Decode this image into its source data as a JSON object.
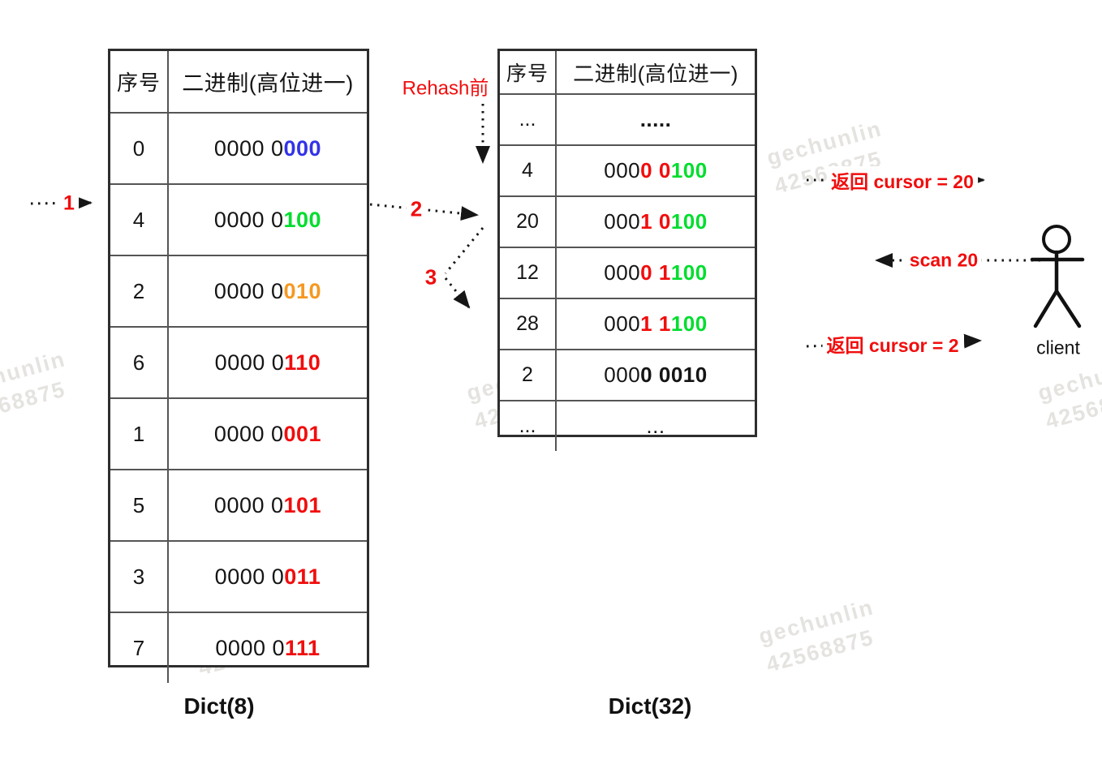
{
  "palette": {
    "k": "#151515",
    "r": "#f10d0d",
    "g": "#00dd2e",
    "bl": "#3333e8",
    "o": "#f59821"
  },
  "tables": {
    "left": {
      "caption": "Dict(8)",
      "headers": [
        "序号",
        "二进制(高位进一)"
      ],
      "rows": [
        {
          "index": "0",
          "segments": [
            {
              "t": "0000 0",
              "c": "k",
              "b": false
            },
            {
              "t": "000",
              "c": "bl",
              "b": true
            }
          ]
        },
        {
          "index": "4",
          "segments": [
            {
              "t": "0000 0",
              "c": "k",
              "b": false
            },
            {
              "t": "100",
              "c": "g",
              "b": true
            }
          ]
        },
        {
          "index": "2",
          "segments": [
            {
              "t": "0000 0",
              "c": "k",
              "b": false
            },
            {
              "t": "010",
              "c": "o",
              "b": true
            }
          ]
        },
        {
          "index": "6",
          "segments": [
            {
              "t": "0000 0",
              "c": "k",
              "b": false
            },
            {
              "t": "110",
              "c": "r",
              "b": true
            }
          ]
        },
        {
          "index": "1",
          "segments": [
            {
              "t": "0000 0",
              "c": "k",
              "b": false
            },
            {
              "t": "001",
              "c": "r",
              "b": true
            }
          ]
        },
        {
          "index": "5",
          "segments": [
            {
              "t": "0000 0",
              "c": "k",
              "b": false
            },
            {
              "t": "101",
              "c": "r",
              "b": true
            }
          ]
        },
        {
          "index": "3",
          "segments": [
            {
              "t": "0000 0",
              "c": "k",
              "b": false
            },
            {
              "t": "011",
              "c": "r",
              "b": true
            }
          ]
        },
        {
          "index": "7",
          "segments": [
            {
              "t": "0000 0",
              "c": "k",
              "b": false
            },
            {
              "t": "111",
              "c": "r",
              "b": true
            }
          ]
        }
      ]
    },
    "right": {
      "caption": "Dict(32)",
      "headers": [
        "序号",
        "二进制(高位进一)"
      ],
      "rows": [
        {
          "index": "...",
          "segments": [
            {
              "t": ".....",
              "c": "k",
              "b": true
            }
          ]
        },
        {
          "index": "4",
          "segments": [
            {
              "t": "000",
              "c": "k",
              "b": false
            },
            {
              "t": "0",
              "c": "r",
              "b": true
            },
            {
              "t": " ",
              "c": "k",
              "b": false
            },
            {
              "t": "0",
              "c": "r",
              "b": true
            },
            {
              "t": "100",
              "c": "g",
              "b": true
            }
          ]
        },
        {
          "index": "20",
          "segments": [
            {
              "t": "000",
              "c": "k",
              "b": false
            },
            {
              "t": "1",
              "c": "r",
              "b": true
            },
            {
              "t": " ",
              "c": "k",
              "b": false
            },
            {
              "t": "0",
              "c": "r",
              "b": true
            },
            {
              "t": "100",
              "c": "g",
              "b": true
            }
          ]
        },
        {
          "index": "12",
          "segments": [
            {
              "t": "000",
              "c": "k",
              "b": false
            },
            {
              "t": "0",
              "c": "r",
              "b": true
            },
            {
              "t": " ",
              "c": "k",
              "b": false
            },
            {
              "t": "1",
              "c": "r",
              "b": true
            },
            {
              "t": "100",
              "c": "g",
              "b": true
            }
          ]
        },
        {
          "index": "28",
          "segments": [
            {
              "t": "000",
              "c": "k",
              "b": false
            },
            {
              "t": "1",
              "c": "r",
              "b": true
            },
            {
              "t": " ",
              "c": "k",
              "b": false
            },
            {
              "t": "1",
              "c": "r",
              "b": true
            },
            {
              "t": "100",
              "c": "g",
              "b": true
            }
          ]
        },
        {
          "index": "2",
          "segments": [
            {
              "t": "000",
              "c": "k",
              "b": false
            },
            {
              "t": "0",
              "c": "k",
              "b": true
            },
            {
              "t": " ",
              "c": "k",
              "b": false
            },
            {
              "t": "0010",
              "c": "k",
              "b": true
            }
          ]
        },
        {
          "index": "...",
          "segments": [
            {
              "t": "...",
              "c": "k",
              "b": false
            }
          ]
        }
      ]
    }
  },
  "annotations": {
    "rehash_label": "Rehash前",
    "step1": "1",
    "step2": "2",
    "step3": "3",
    "return_cursor_20": "返回 cursor = 20",
    "scan_20": "scan 20",
    "return_cursor_2": "返回 cursor = 2",
    "client_label": "client"
  },
  "watermark": {
    "line1": "gechunlin",
    "line2": "42568875"
  }
}
